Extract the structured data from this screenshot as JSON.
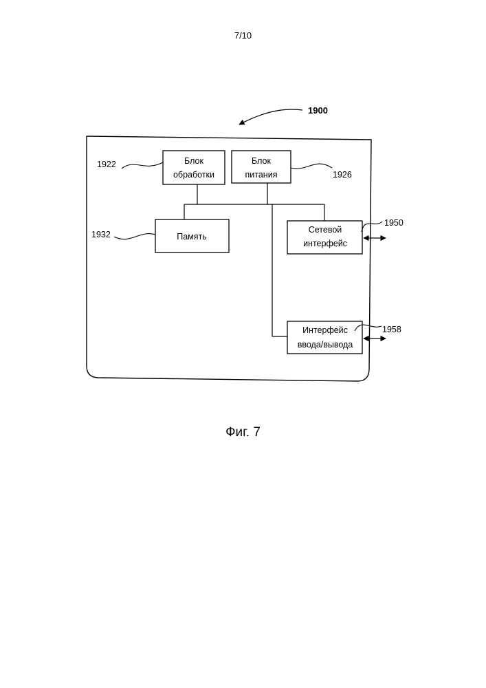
{
  "page": {
    "number": "7/10"
  },
  "figure": {
    "caption": "Фиг. 7",
    "ref_device": "1900",
    "blocks": {
      "processing": {
        "ref": "1922",
        "line1": "Блок",
        "line2": "обработки"
      },
      "power": {
        "ref": "1926",
        "line1": "Блок",
        "line2": "питания"
      },
      "memory": {
        "ref": "1932",
        "label": "Память"
      },
      "network": {
        "ref": "1950",
        "line1": "Сетевой",
        "line2": "интерфейс"
      },
      "io": {
        "ref": "1958",
        "line1": "Интерфейс",
        "line2": "ввода/вывода"
      }
    }
  }
}
